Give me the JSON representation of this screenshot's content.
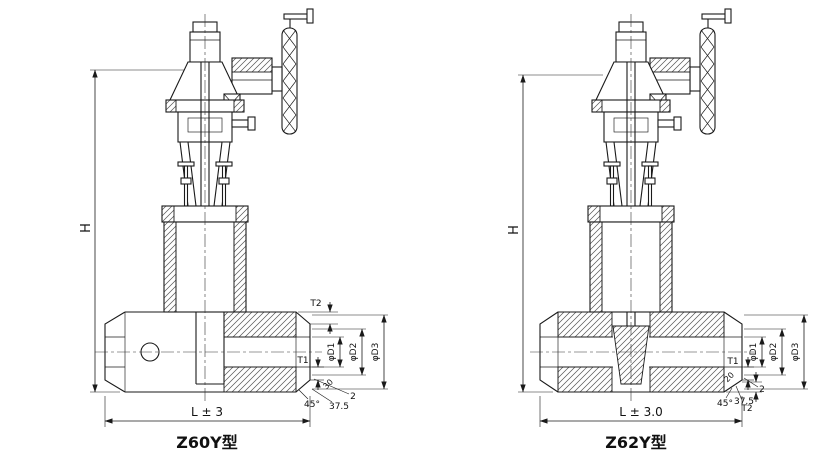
{
  "drawing": {
    "background": "#ffffff",
    "line_color": "#1a1a1a"
  },
  "valves": [
    {
      "caption": "Z60Y型",
      "dim_height": "H",
      "dim_length": "L ± 3",
      "dim_t1": "T1",
      "dim_t2": "T2",
      "dim_d1": "φD1",
      "dim_d2": "φD2",
      "dim_d3": "φD3",
      "bevel_angle_small": "30",
      "bevel_angle_45": "45°",
      "bevel_angle_375": "37.5",
      "root_face": "2"
    },
    {
      "caption": "Z62Y型",
      "dim_height": "H",
      "dim_length": "L ± 3.0",
      "dim_t1": "T1",
      "dim_t2": "T2",
      "dim_d1": "φD1",
      "dim_d2": "φD2",
      "dim_d3": "φD3",
      "bevel_angle_small": "20",
      "bevel_angle_45": "45°",
      "bevel_angle_375": "37.5",
      "root_face": "2"
    }
  ]
}
